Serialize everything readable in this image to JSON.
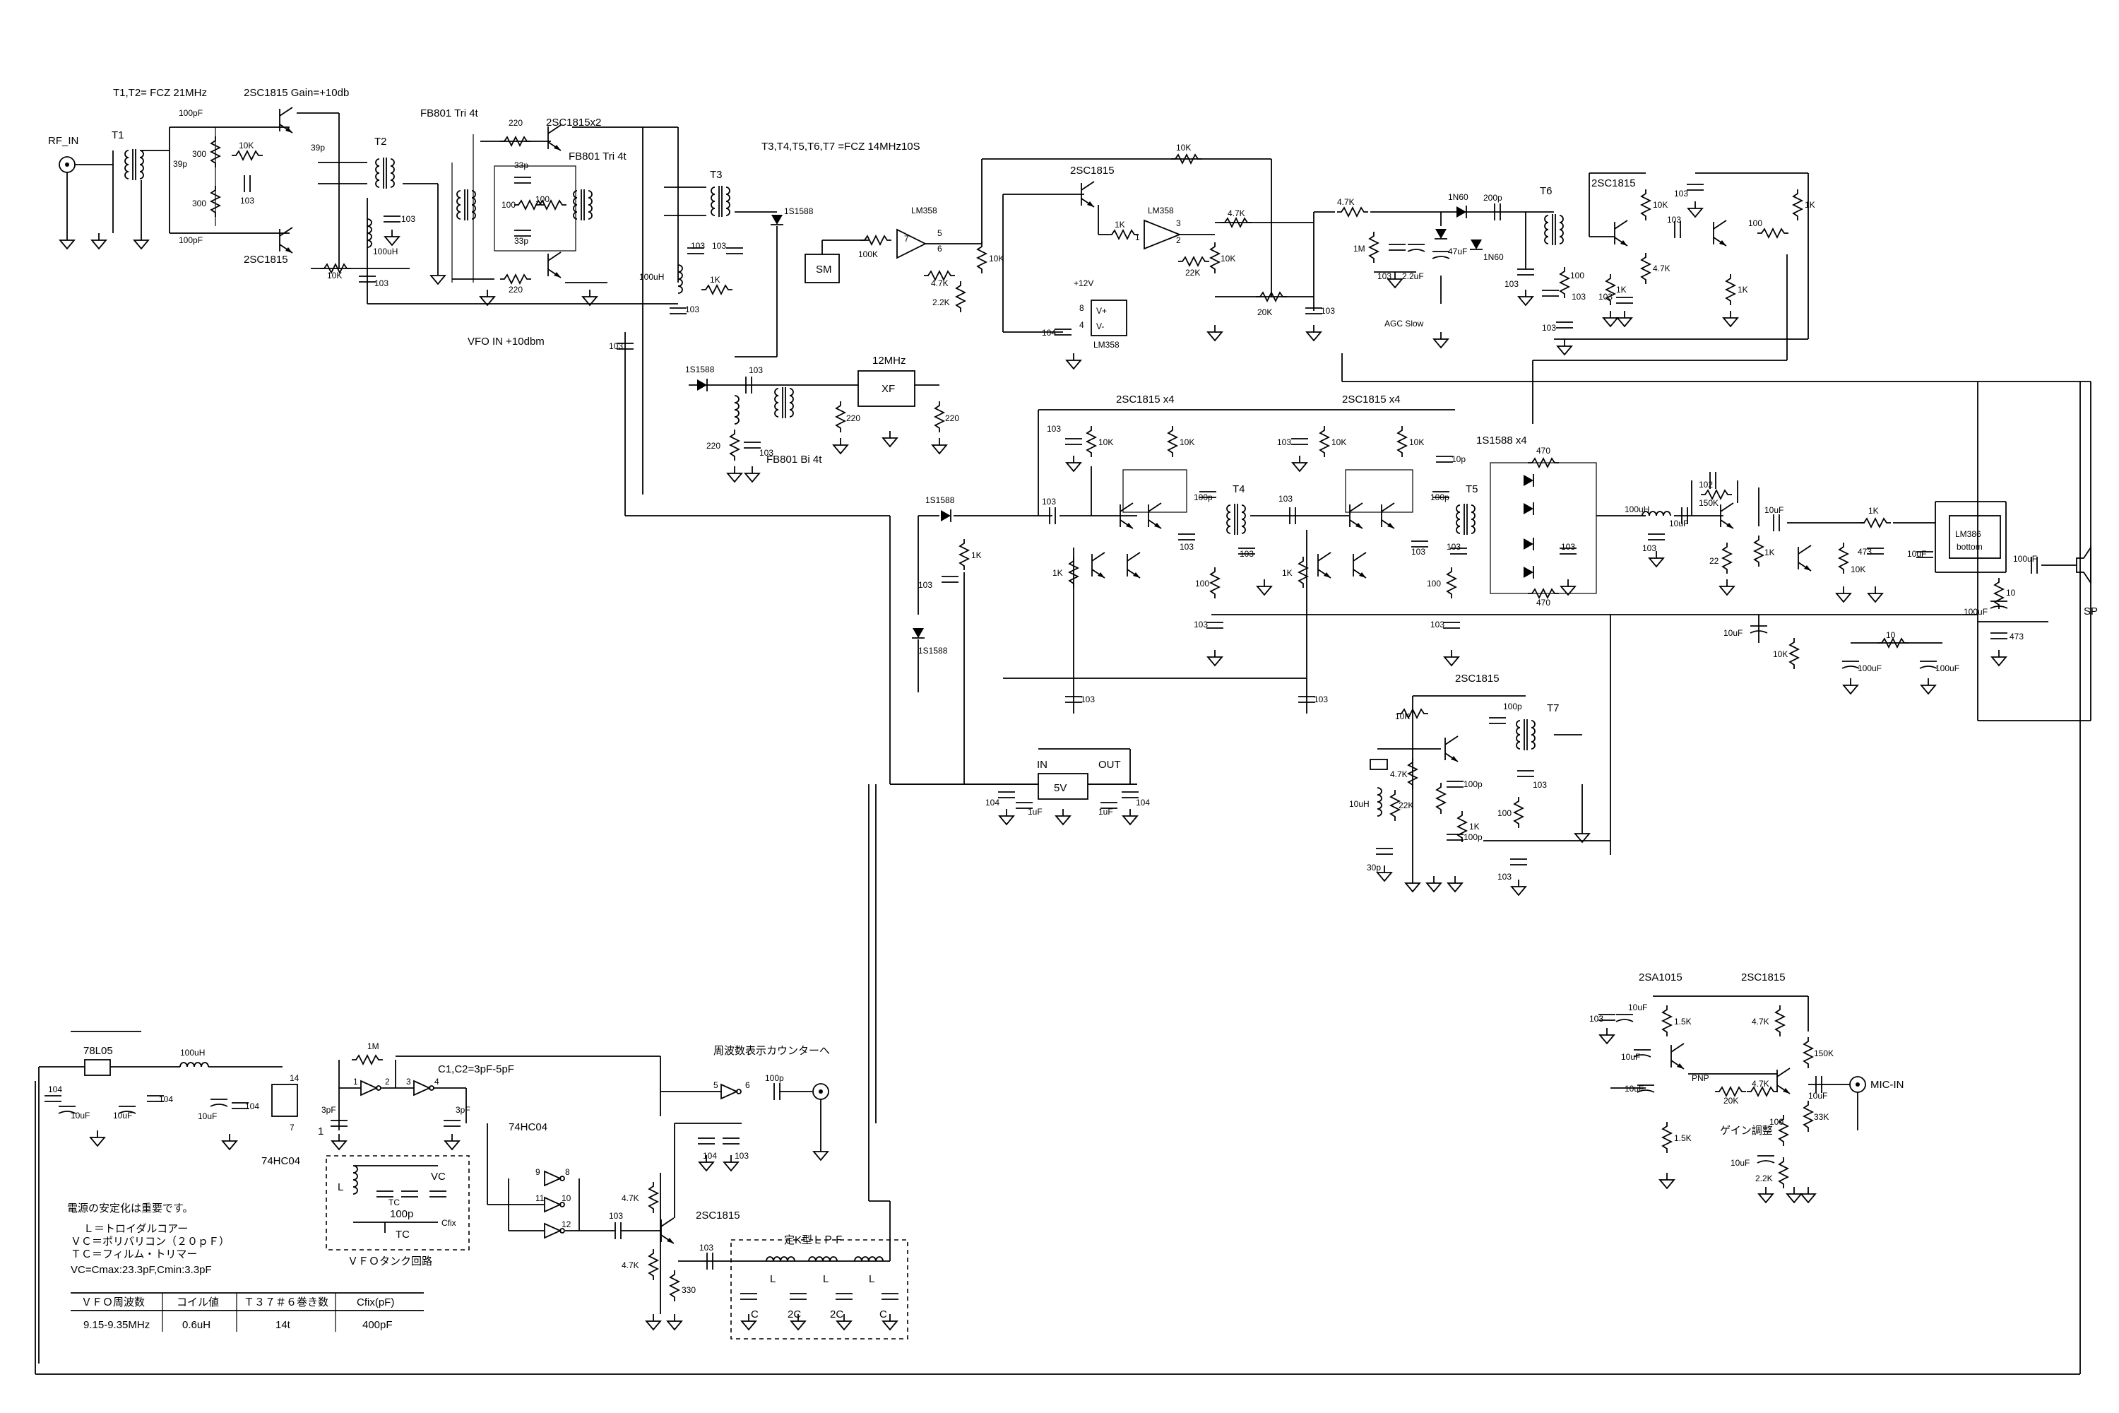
{
  "title_notes": {
    "t1t2": "T1,T2= FCZ 21MHz",
    "t3to7": "T3,T4,T5,T6,T7 =FCZ 14MHz10S",
    "amp": "2SC1815  Gain=+10db",
    "vfo_in": "VFO IN +10dbm"
  },
  "ports": {
    "rf_in": "RF_IN",
    "mic_in": "MIC-IN",
    "sp": "SP",
    "counter": "周波数表示カウンターへ",
    "plus12v": "+12V"
  },
  "parts": {
    "T1": "T1",
    "T2": "T2",
    "T3": "T3",
    "T4": "T4",
    "T5": "T5",
    "T6": "T6",
    "T7": "T7",
    "q2sc1815": "2SC1815",
    "q2sc1815x2": "2SC1815x2",
    "q2sc1815x4": "2SC1815 x4",
    "q2sa1015": "2SA1015",
    "fb801tri": "FB801 Tri 4t",
    "fb801bi": "FB801 Bi 4t",
    "d1s1588": "1S1588",
    "d1s1588x4": "1S1588 x4",
    "d1n60": "1N60",
    "lm358": "LM358",
    "lm386": "LM386",
    "lm386_sub": "bottom",
    "xf": "XF",
    "xf_freq": "12MHz",
    "sm": "SM",
    "reg5v": "5V",
    "reg_in": "IN",
    "reg_out": "OUT",
    "reg78l05": "78L05",
    "hc04": "74HC04",
    "v_plus": "V+",
    "v_minus": "V-",
    "agc": "AGC Slow",
    "pnp": "PNP",
    "gain_adj": "ゲイン調整",
    "lpf_title": "定K型ＬＰＦ",
    "vfo_tank": "ＶＦＯタンク回路",
    "c1c2": "C1,C2=3pF-5pF"
  },
  "values": {
    "r10k": "10K",
    "r1k": "1K",
    "r4k7": "4.7K",
    "r2k2": "2.2K",
    "r22k": "22K",
    "r20k": "20K",
    "r100k": "100K",
    "r150k": "150K",
    "r1m": "1M",
    "r220": "220",
    "r300": "300",
    "r100": "100",
    "r470": "470",
    "r330": "330",
    "r33k": "33K",
    "r1k5": "1.5K",
    "r10": "10",
    "r22": "22",
    "c103": "103",
    "c104": "104",
    "c100pf": "100pF",
    "c39p": "39p",
    "c33p": "33p",
    "c100p": "100p",
    "c200p": "200p",
    "c10p": "10p",
    "c102": "102",
    "c473": "473",
    "c3pf": "3pF",
    "c30p": "30p",
    "c10uf": "10uF",
    "c1uf": "1uF",
    "c47uf": "47uF",
    "c22uf": "2.2uF",
    "c100uf": "100uF",
    "l100uh": "100uH",
    "l10uh": "10uH"
  },
  "tank": {
    "L": "L",
    "TC": "TC",
    "VC": "VC",
    "C100p": "100p",
    "Cfix": "Cfix"
  },
  "lpf": {
    "L": "L",
    "C": "C",
    "C2": "2C"
  },
  "pins": {
    "p1": "1",
    "p2": "2",
    "p3": "3",
    "p4": "4",
    "p5": "5",
    "p6": "6",
    "p7": "7",
    "p8": "8",
    "p9": "9",
    "p10": "10",
    "p11": "11",
    "p12": "12",
    "p14": "14"
  },
  "notes": [
    "電源の安定化は重要です。",
    "Ｌ＝トロイダルコアー",
    "ＶＣ＝ポリバリコン（２０ｐＦ）",
    "ＴＣ＝フィルム・トリマー",
    "VC=Cmax:23.3pF,Cmin:3.3pF"
  ],
  "vfo_table": {
    "headers": [
      "ＶＦＯ周波数",
      "コイル値",
      "Ｔ３７＃６巻き数",
      "Cfix(pF)"
    ],
    "row": [
      "9.15-9.35MHz",
      "0.6uH",
      "14t",
      "400pF"
    ]
  }
}
